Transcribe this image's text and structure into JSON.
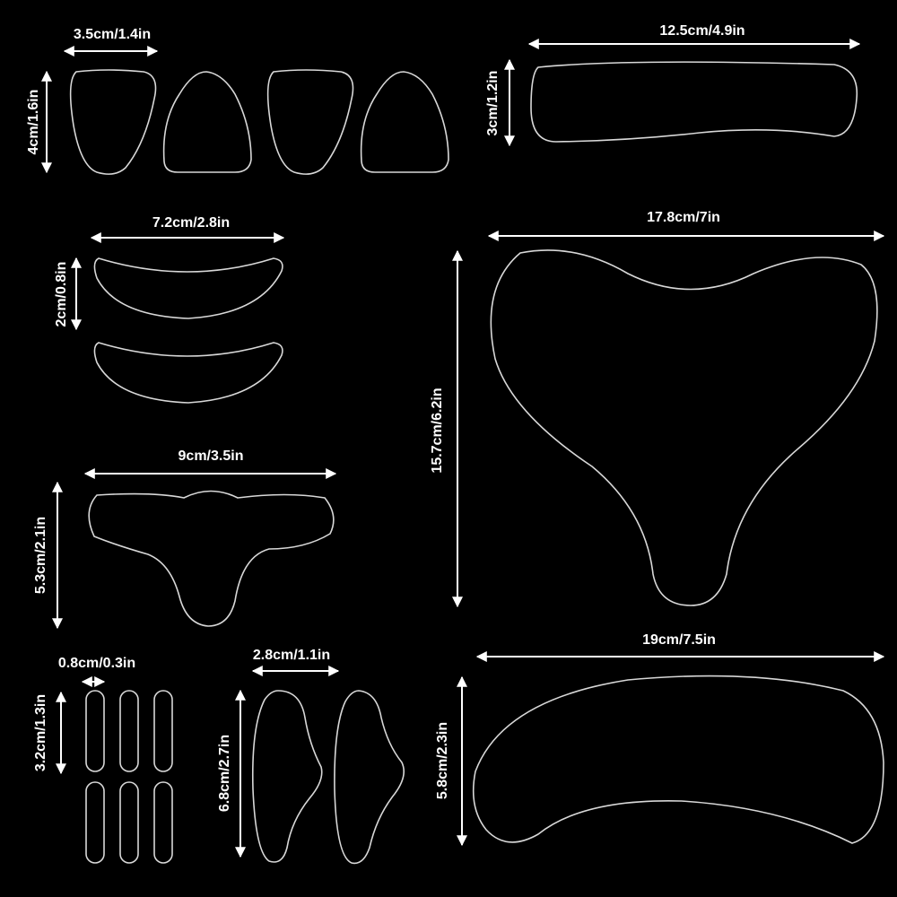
{
  "colors": {
    "background": "#000000",
    "outline": "#d8d8d8",
    "text": "#ffffff"
  },
  "dimensions": {
    "small_triangle_width": "3.5cm/1.4in",
    "small_triangle_height": "4cm/1.6in",
    "forehead_width": "12.5cm/4.9in",
    "forehead_height": "3cm/1.2in",
    "eye_width": "7.2cm/2.8in",
    "eye_height": "2cm/0.8in",
    "chest_width": "17.8cm/7in",
    "chest_height": "15.7cm/6.2in",
    "neck_t_width": "9cm/3.5in",
    "neck_t_height": "5.3cm/2.1in",
    "strip_width": "0.8cm/0.3in",
    "strip_height": "3.2cm/1.3in",
    "cheek_width": "2.8cm/1.1in",
    "cheek_height": "6.8cm/2.7in",
    "neck_width": "19cm/7.5in",
    "neck_height": "5.8cm/2.3in"
  }
}
